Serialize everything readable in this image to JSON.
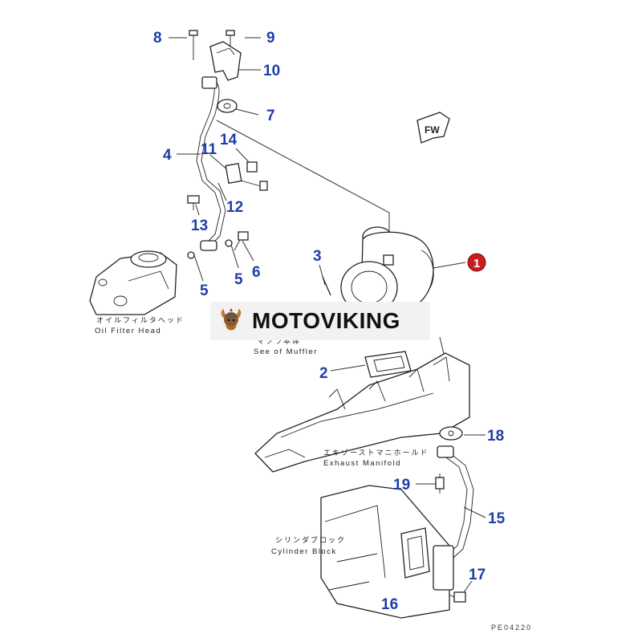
{
  "callouts": {
    "c1": "1",
    "c2": "2",
    "c3": "3",
    "c4": "4",
    "c5a": "5",
    "c5b": "5",
    "c6": "6",
    "c7": "7",
    "c8": "8",
    "c9": "9",
    "c10": "10",
    "c11": "11",
    "c12": "12",
    "c13": "13",
    "c14": "14",
    "c15": "15",
    "c16": "16",
    "c17": "17",
    "c18": "18",
    "c19": "19"
  },
  "labels": {
    "oil_filter_head_jp": "オイルフィルタヘッド",
    "oil_filter_head_en": "Oil Filter Head",
    "muffler_jp": "マフラ本体",
    "muffler_en": "See of Muffler",
    "exhaust_manifold_jp": "エキゾーストマニホールド",
    "exhaust_manifold_en": "Exhaust Manifold",
    "cylinder_block_jp": "シリンダブロック",
    "cylinder_block_en": "Cylinder Block",
    "fw_arrow": "FW",
    "drawing_code": "PE04220"
  },
  "watermark": {
    "text": "MOTOVIKING"
  },
  "colors": {
    "callout": "#1f3fa8",
    "highlight_badge": "#c81e1e",
    "line": "#222222"
  }
}
